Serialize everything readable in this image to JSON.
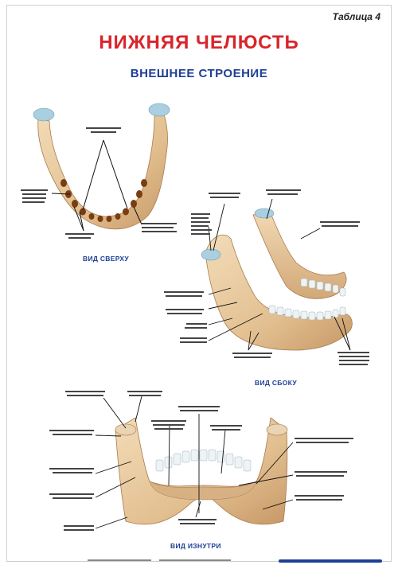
{
  "header": {
    "table_number": "Таблица 4",
    "title": "НИЖНЯЯ ЧЕЛЮСТЬ",
    "subtitle": "ВНЕШНЕЕ СТРОЕНИЕ"
  },
  "views": {
    "top": "ВИД СВЕРХУ",
    "side": "ВИД СБОКУ",
    "inside": "ВИД ИЗНУТРИ"
  },
  "colors": {
    "title": "#d9252b",
    "subtitle": "#1e3f96",
    "bone": "#e8c9a0",
    "bone_shadow": "#c99a66",
    "cartilage": "#a9cfe0",
    "tooth": "#eef3f5"
  }
}
